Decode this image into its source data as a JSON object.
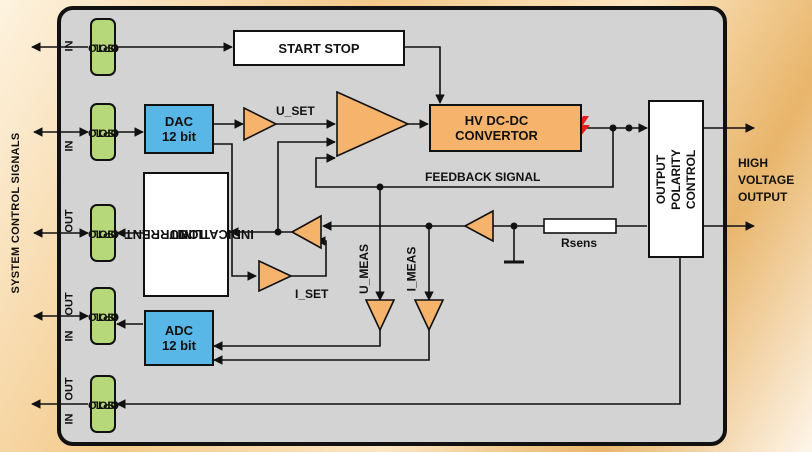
{
  "side_title": "SYSTEM CONTROL SIGNALS",
  "output_title": [
    "HIGH",
    "VOLTAGE",
    "OUTPUT"
  ],
  "opto_label": [
    "OPTO",
    "ISOL."
  ],
  "io": {
    "row1": "IN",
    "row2": "IN",
    "row3": "OUT",
    "row4_out": "OUT",
    "row4_in": "IN",
    "row5_out": "OUT",
    "row5_in": "IN"
  },
  "blocks": {
    "start_stop": "START  STOP",
    "dac": [
      "DAC",
      "12 bit"
    ],
    "adc": [
      "ADC",
      "12 bit"
    ],
    "hv_convertor": [
      "HV DC-DC",
      "CONVERTOR"
    ],
    "current_limit": [
      "CURRENT",
      "LIMIT",
      "INDICATION"
    ],
    "polarity": [
      "OUTPUT",
      "POLARITY",
      "CONTROL"
    ]
  },
  "signals": {
    "u_set": "U_SET",
    "i_set": "I_SET",
    "u_meas": "U_MEAS",
    "i_meas": "I_MEAS",
    "feedback": "FEEDBACK SIGNAL",
    "rsens": "Rsens"
  },
  "colors": {
    "opto": "#b6d77a",
    "adc_dac": "#58b7e6",
    "amplifier": "#f6b36c",
    "hv_warning": "#e81c1c"
  }
}
